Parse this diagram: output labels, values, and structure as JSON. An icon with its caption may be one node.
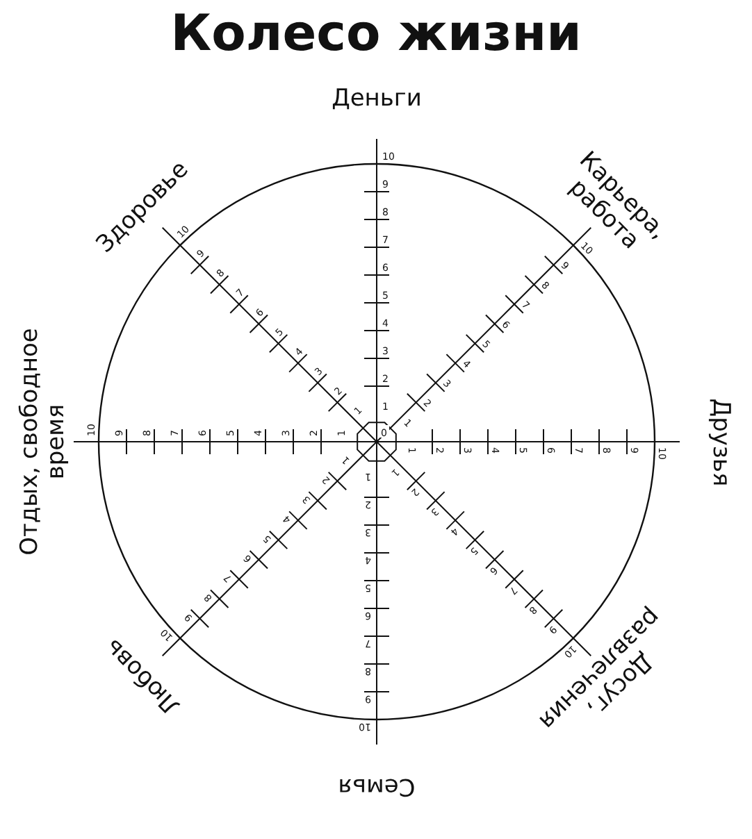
{
  "diagram": {
    "title": "Колесо жизни",
    "labels": [
      "Деньги",
      "Карьера, работа",
      "Друзья",
      "Досуг, развлечения",
      "Семья",
      "Любовь",
      "Отдых, свободное время",
      "Здоровье",
      "0",
      "1",
      "2",
      "3",
      "4",
      "5",
      "6",
      "7",
      "8",
      "9",
      "10",
      "1",
      "2",
      "3",
      "4",
      "5",
      "6",
      "7",
      "8",
      "9",
      "10",
      "1",
      "2",
      "3",
      "4",
      "5",
      "6",
      "7",
      "8",
      "9",
      "10",
      "1",
      "2",
      "3",
      "4",
      "5",
      "6",
      "7",
      "8",
      "9",
      "10",
      "1",
      "2",
      "3",
      "4",
      "5",
      "6",
      "7",
      "8",
      "9",
      "10",
      "1",
      "2",
      "3",
      "4",
      "5",
      "6",
      "7",
      "8",
      "9",
      "10",
      "1",
      "2",
      "3",
      "4",
      "5",
      "6",
      "7",
      "8",
      "9",
      "10",
      "1",
      "2",
      "3",
      "4",
      "5",
      "6",
      "7",
      "8",
      "9",
      "10"
    ]
  }
}
